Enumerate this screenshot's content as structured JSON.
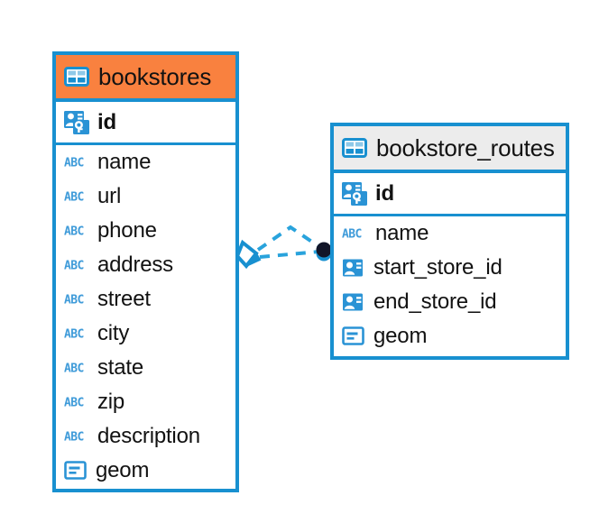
{
  "diagram": {
    "type": "entity-relationship-diagram",
    "background_color": "#ffffff",
    "accent_color": "#1890d0",
    "highlight_color": "#f9813f",
    "connector_color": "#29a3dc",
    "entities": [
      {
        "name": "bookstores",
        "header_icon": "table-icon",
        "header_style": "highlighted",
        "header_color": "#f9813f",
        "primary_keys": [
          {
            "label": "id",
            "icon": "primary-key-icon",
            "type": "primary-key"
          }
        ],
        "fields": [
          {
            "label": "name",
            "icon": "abc-icon",
            "type": "text"
          },
          {
            "label": "url",
            "icon": "abc-icon",
            "type": "text"
          },
          {
            "label": "phone",
            "icon": "abc-icon",
            "type": "text"
          },
          {
            "label": "address",
            "icon": "abc-icon",
            "type": "text"
          },
          {
            "label": "street",
            "icon": "abc-icon",
            "type": "text"
          },
          {
            "label": "city",
            "icon": "abc-icon",
            "type": "text"
          },
          {
            "label": "state",
            "icon": "abc-icon",
            "type": "text"
          },
          {
            "label": "zip",
            "icon": "abc-icon",
            "type": "text"
          },
          {
            "label": "description",
            "icon": "abc-icon",
            "type": "text"
          },
          {
            "label": "geom",
            "icon": "geometry-icon",
            "type": "geometry"
          }
        ]
      },
      {
        "name": "bookstore_routes",
        "header_icon": "table-icon",
        "header_style": "normal",
        "header_color": "#ececec",
        "primary_keys": [
          {
            "label": "id",
            "icon": "primary-key-icon",
            "type": "primary-key"
          }
        ],
        "fields": [
          {
            "label": "name",
            "icon": "abc-icon",
            "type": "text"
          },
          {
            "label": "start_store_id",
            "icon": "foreign-key-icon",
            "type": "foreign-key"
          },
          {
            "label": "end_store_id",
            "icon": "foreign-key-icon",
            "type": "foreign-key"
          },
          {
            "label": "geom",
            "icon": "geometry-icon",
            "type": "geometry"
          }
        ]
      }
    ],
    "relationship": {
      "source": "bookstores",
      "target": "bookstore_routes",
      "source_marker": "diamond-marker",
      "target_marker": "filled-circle-marker",
      "line_style": "dashed",
      "line_color": "#29a3dc"
    }
  }
}
